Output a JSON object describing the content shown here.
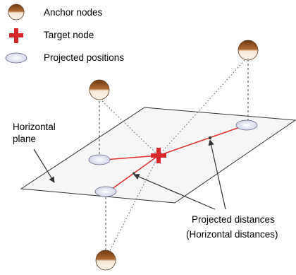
{
  "legend": {
    "anchor_label": "Anchor nodes",
    "target_label": "Target node",
    "projected_label": "Projected positions"
  },
  "labels": {
    "plane_line1": "Horizontal",
    "plane_line2": "plane",
    "distances_line1": "Projected distances",
    "distances_line2": "(Horizontal distances)"
  },
  "colors": {
    "anchor_top": "#8a4a1c",
    "anchor_bottom": "#f4e6d6",
    "target": "#d62728",
    "projected_fill": "#dde0f0",
    "plane_fill": "#f5f5f5",
    "distance_line": "#e03030"
  },
  "icons": [
    "anchor-node-icon",
    "target-node-icon",
    "projected-position-icon",
    "arrow-icon"
  ]
}
